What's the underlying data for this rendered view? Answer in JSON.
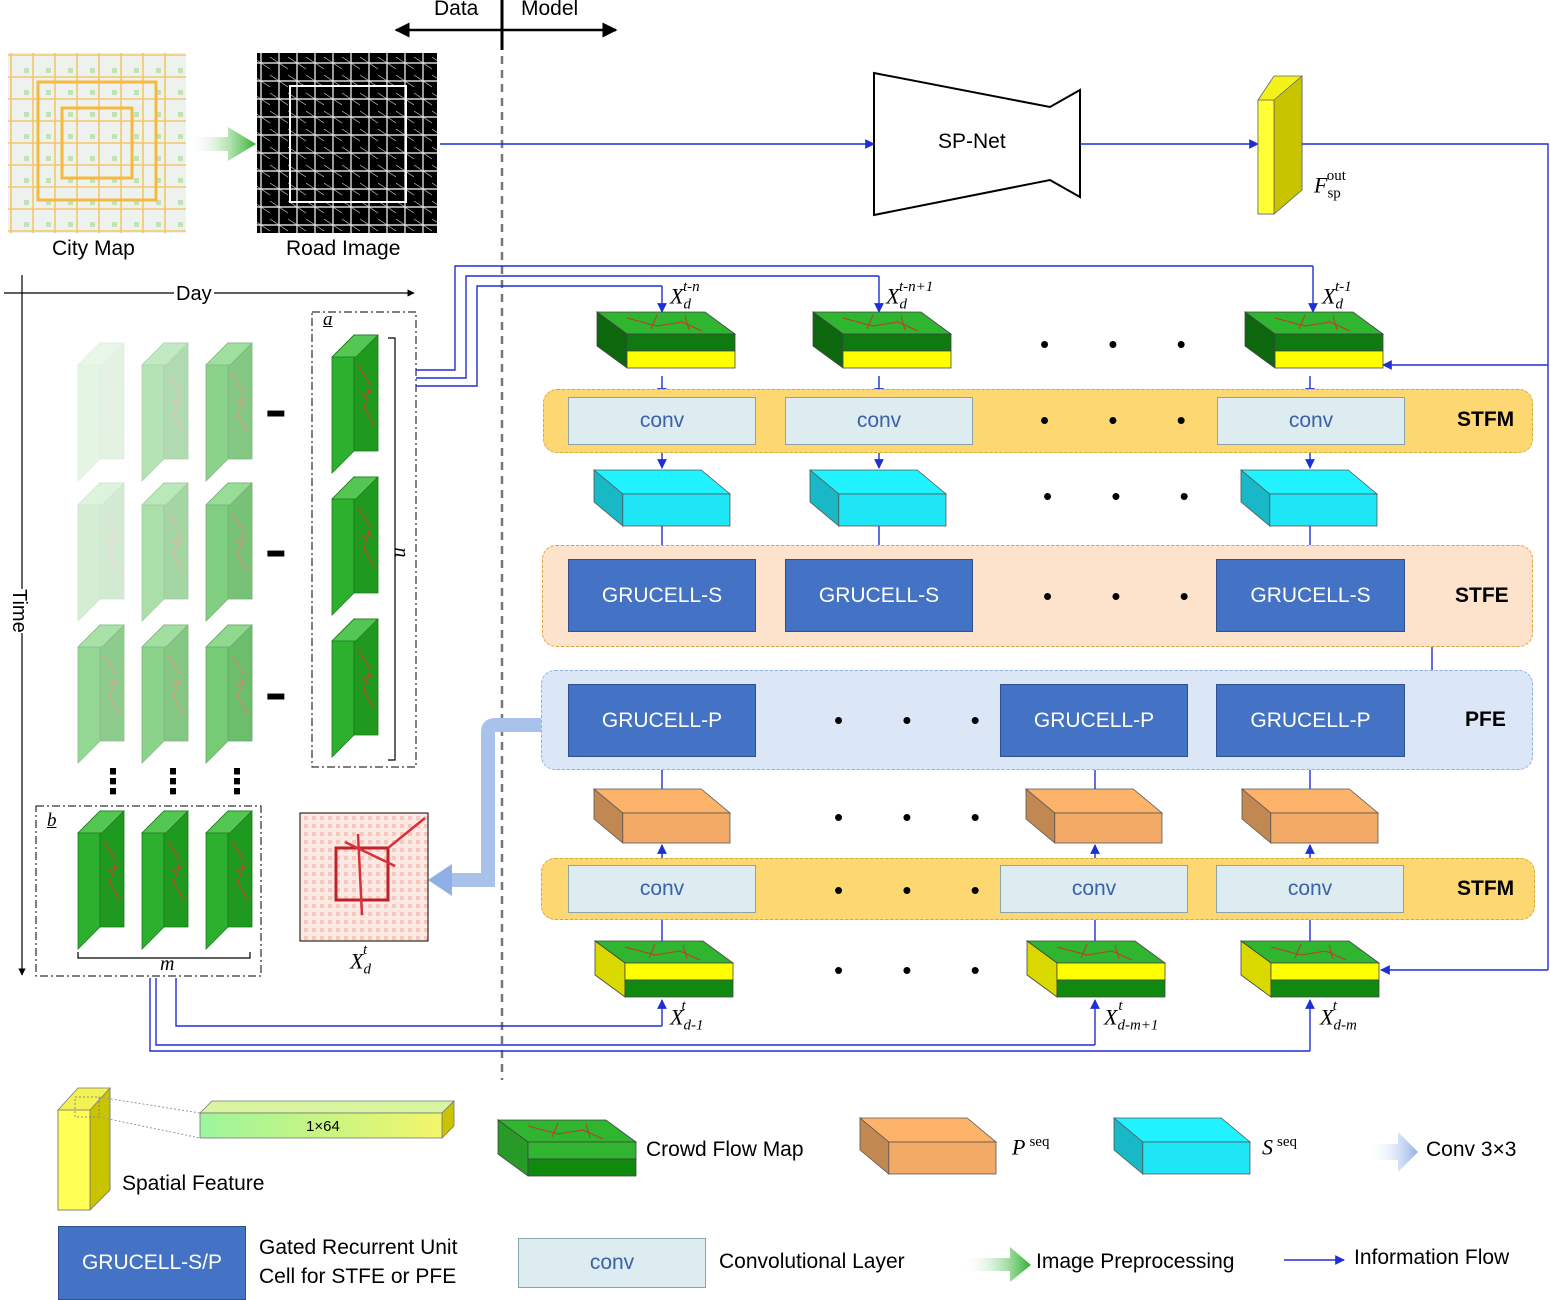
{
  "header": {
    "data_label": "Data",
    "model_label": "Model"
  },
  "images": {
    "city_map": "City Map",
    "road_image": "Road Image"
  },
  "spnet": {
    "label": "SP-Net",
    "out_label": "F",
    "out_sub": "sp",
    "out_sup": "out"
  },
  "axes": {
    "day": "Day",
    "time": "Time",
    "n": "n",
    "m": "m",
    "a": "a",
    "b": "b"
  },
  "inputs_top": [
    {
      "base": "X",
      "sub": "d",
      "sup": "t-n"
    },
    {
      "base": "X",
      "sub": "d",
      "sup": "t-n+1"
    },
    {
      "base": "X",
      "sub": "d",
      "sup": "t-1"
    }
  ],
  "inputs_bottom": [
    {
      "base": "X",
      "sub": "d-1",
      "sup": "t"
    },
    {
      "base": "X",
      "sub": "d-m+1",
      "sup": "t"
    },
    {
      "base": "X",
      "sub": "d-m",
      "sup": "t"
    }
  ],
  "target": {
    "base": "X",
    "sub": "d",
    "sup": "t"
  },
  "dots": "• • •",
  "vdots": "⋮",
  "bands": {
    "stfm_top": "STFM",
    "stfe": "STFE",
    "pfe": "PFE",
    "stfm_bottom": "STFM"
  },
  "conv_label": "conv",
  "grucell_s": "GRUCELL-S",
  "grucell_p": "GRUCELL-P",
  "legend": {
    "vector": "1×64",
    "spatial_feature": "Spatial Feature",
    "crowd_flow_map": "Crowd Flow Map",
    "p_seq_base": "P",
    "p_seq_sup": "seq",
    "s_seq_base": "S",
    "s_seq_sup": "seq",
    "conv3": "Conv 3×3",
    "grucell_sp": "GRUCELL-S/P",
    "gru_desc_1": "Gated Recurrent Unit",
    "gru_desc_2": "Cell for STFE or PFE",
    "conv": "conv",
    "conv_desc": "Convolutional Layer",
    "image_preprocessing": "Image Preprocessing",
    "information_flow": "Information Flow"
  },
  "colors": {
    "arrow_blue": "#1f2fd6",
    "stfm_band": "#fdd771",
    "stfe_band": "#fde3cb",
    "pfe_band": "#dbe6f7",
    "cyan_block": "#1ee6f7",
    "orange_block": "#f2aa66",
    "gru_blue": "#4472c4",
    "crowd_green": "#1aa51a",
    "feature_yellow": "#ffff00"
  }
}
